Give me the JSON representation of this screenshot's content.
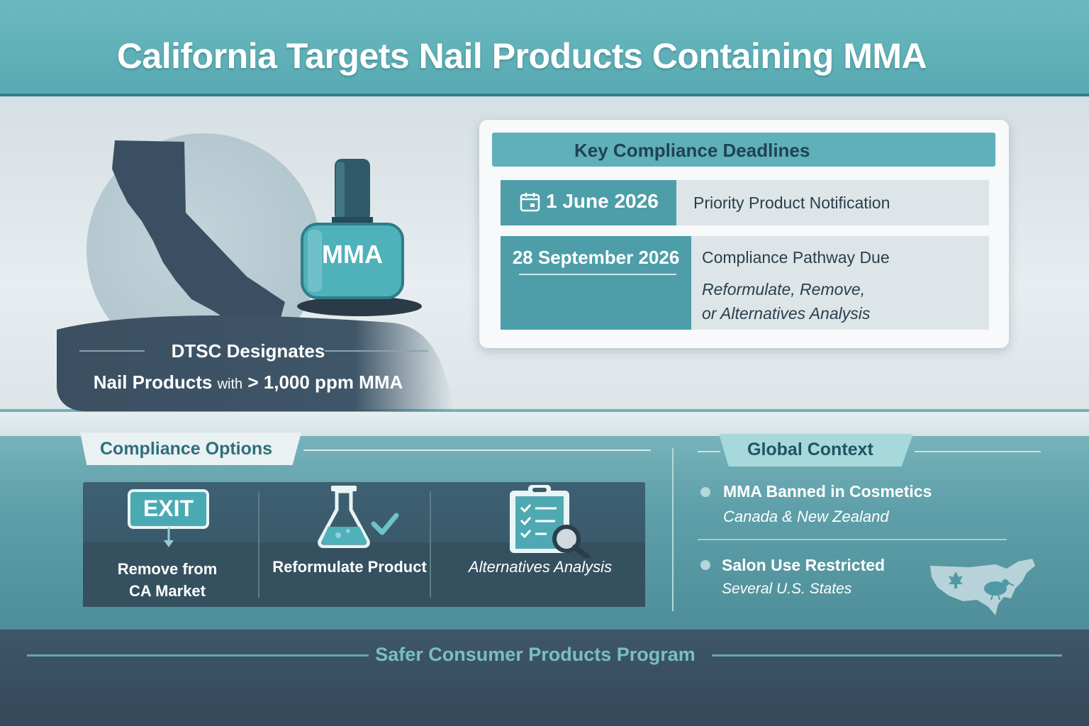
{
  "title": "California Targets Nail Products Containing MMA",
  "designation": {
    "line1": "DTSC Designates",
    "line2_a": "Nail Products ",
    "line2_b": "with",
    "line2_c": " > 1,000 ppm MMA",
    "bottle_label": "MMA"
  },
  "deadlines": {
    "header": "Key Compliance Deadlines",
    "row1": {
      "date": "1 June 2026",
      "label": "Priority Product Notification"
    },
    "row2": {
      "date": "28 September 2026",
      "label": "Compliance Pathway Due",
      "sub1": "Reformulate, Remove,",
      "sub2": "or Alternatives Analysis"
    }
  },
  "options": {
    "header": "Compliance Options",
    "exit_sign": "EXIT",
    "items": [
      {
        "label": "Remove from\nCA Market",
        "icon": "exit-sign-icon"
      },
      {
        "label": "Reformulate Product",
        "icon": "flask-check-icon"
      },
      {
        "label": "Alternatives Analysis",
        "icon": "clipboard-magnifier-icon"
      }
    ]
  },
  "global": {
    "header": "Global Context",
    "items": [
      {
        "title": "MMA Banned in Cosmetics",
        "sub": "Canada & New Zealand"
      },
      {
        "title": "Salon Use Restricted",
        "sub": "Several U.S. States"
      }
    ]
  },
  "footer": "Safer Consumer Products Program",
  "colors": {
    "teal": "#5fb0b8",
    "dark_slate": "#3a5a6b",
    "footer_bg": "#3e5668",
    "accent_text": "#79bec6"
  }
}
